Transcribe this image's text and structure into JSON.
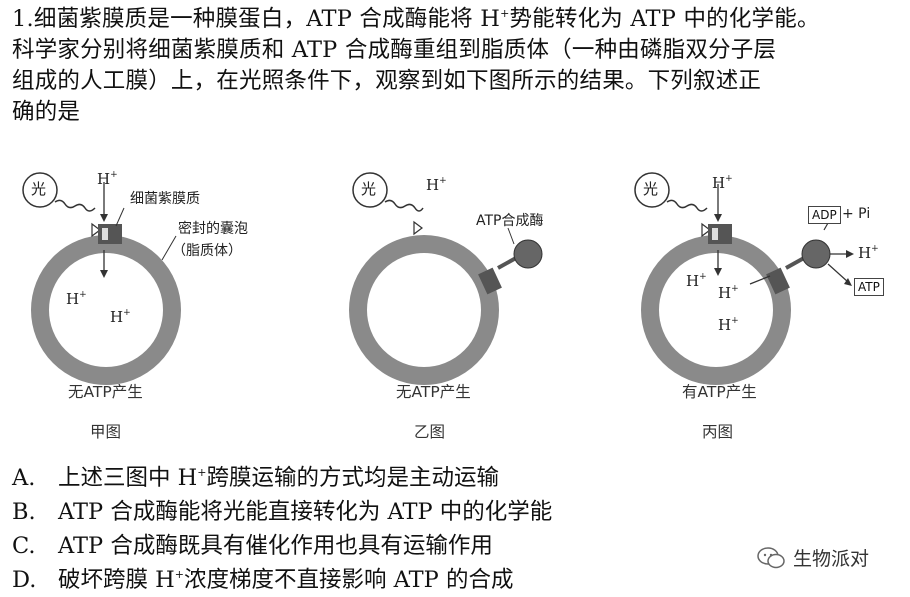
{
  "question": {
    "line1_a": "1.细菌紫膜质是一种膜蛋白，ATP 合成酶能将 H",
    "line1_sup": "+",
    "line1_b": "势能转化为 ATP 中的化学能。",
    "line2": "科学家分别将细菌紫膜质和 ATP 合成酶重组到脂质体（一种由磷脂双分子层",
    "line3": "组成的人工膜）上，在光照条件下，观察到如下图所示的结果。下列叙述正",
    "line4": "确的是"
  },
  "figure": {
    "light": "光",
    "h": "H",
    "sup": "+",
    "purple_membrane": "细菌紫膜质",
    "vesicle_line1": "密封的囊泡",
    "vesicle_line2": "（脂质体）",
    "atp_synthase": "ATP合成酶",
    "adp_pi": "ADP",
    "plus_pi": "+ Pi",
    "atp": "ATP",
    "panels": [
      {
        "result": "无ATP产生",
        "name": "甲图"
      },
      {
        "result": "无ATP产生",
        "name": "乙图"
      },
      {
        "result": "有ATP产生",
        "name": "丙图"
      }
    ]
  },
  "options": [
    {
      "letter": "A.",
      "text_a": "上述三图中 H",
      "sup": "+",
      "text_b": "跨膜运输的方式均是主动运输"
    },
    {
      "letter": "B.",
      "text_a": "ATP 合成酶能将光能直接转化为 ATP 中的化学能",
      "sup": "",
      "text_b": ""
    },
    {
      "letter": "C.",
      "text_a": "ATP 合成酶既具有催化作用也具有运输作用",
      "sup": "",
      "text_b": ""
    },
    {
      "letter": "D.",
      "text_a": "破坏跨膜 H",
      "sup": "+",
      "text_b": "浓度梯度不直接影响 ATP 的合成"
    }
  ],
  "watermark": "生物派对",
  "colors": {
    "membrane": "#8a8a8a",
    "protein": "#555555",
    "text": "#111111"
  }
}
